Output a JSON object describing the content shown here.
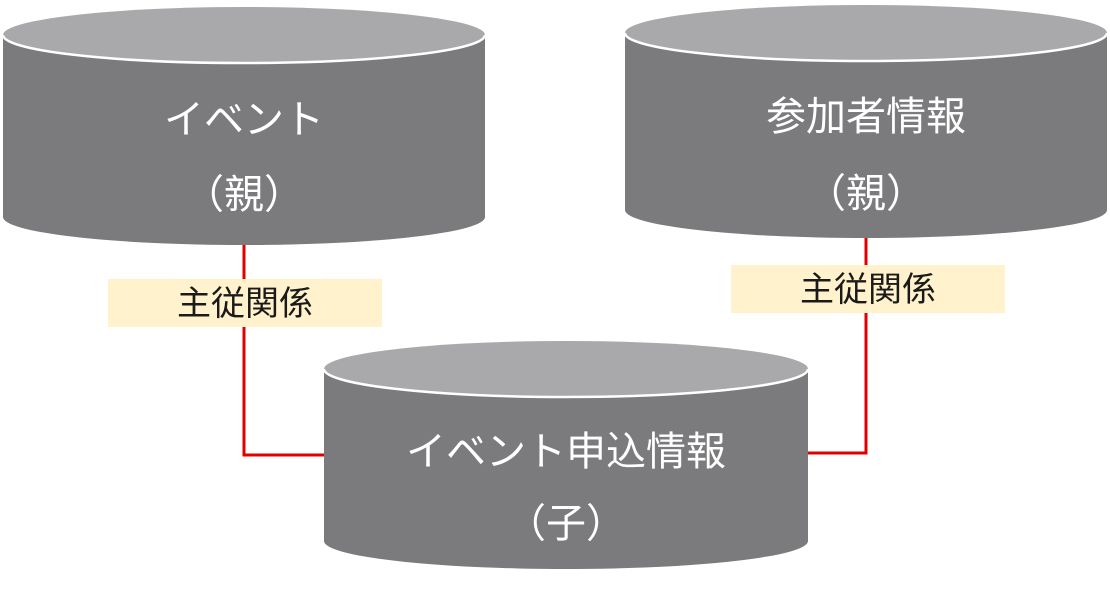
{
  "colors": {
    "cylinder_body": "#7b7a7c",
    "cylinder_top": "#a9a8aa",
    "label_background": "#fff2cc",
    "connector_line": "#e00000"
  },
  "tables": {
    "event": {
      "name": "イベント",
      "role": "（親）"
    },
    "participant": {
      "name": "参加者情報",
      "role": "（親）"
    },
    "registration": {
      "name": "イベント申込情報",
      "role": "（子）"
    }
  },
  "relations": {
    "left_label": "主従関係",
    "right_label": "主従関係"
  }
}
